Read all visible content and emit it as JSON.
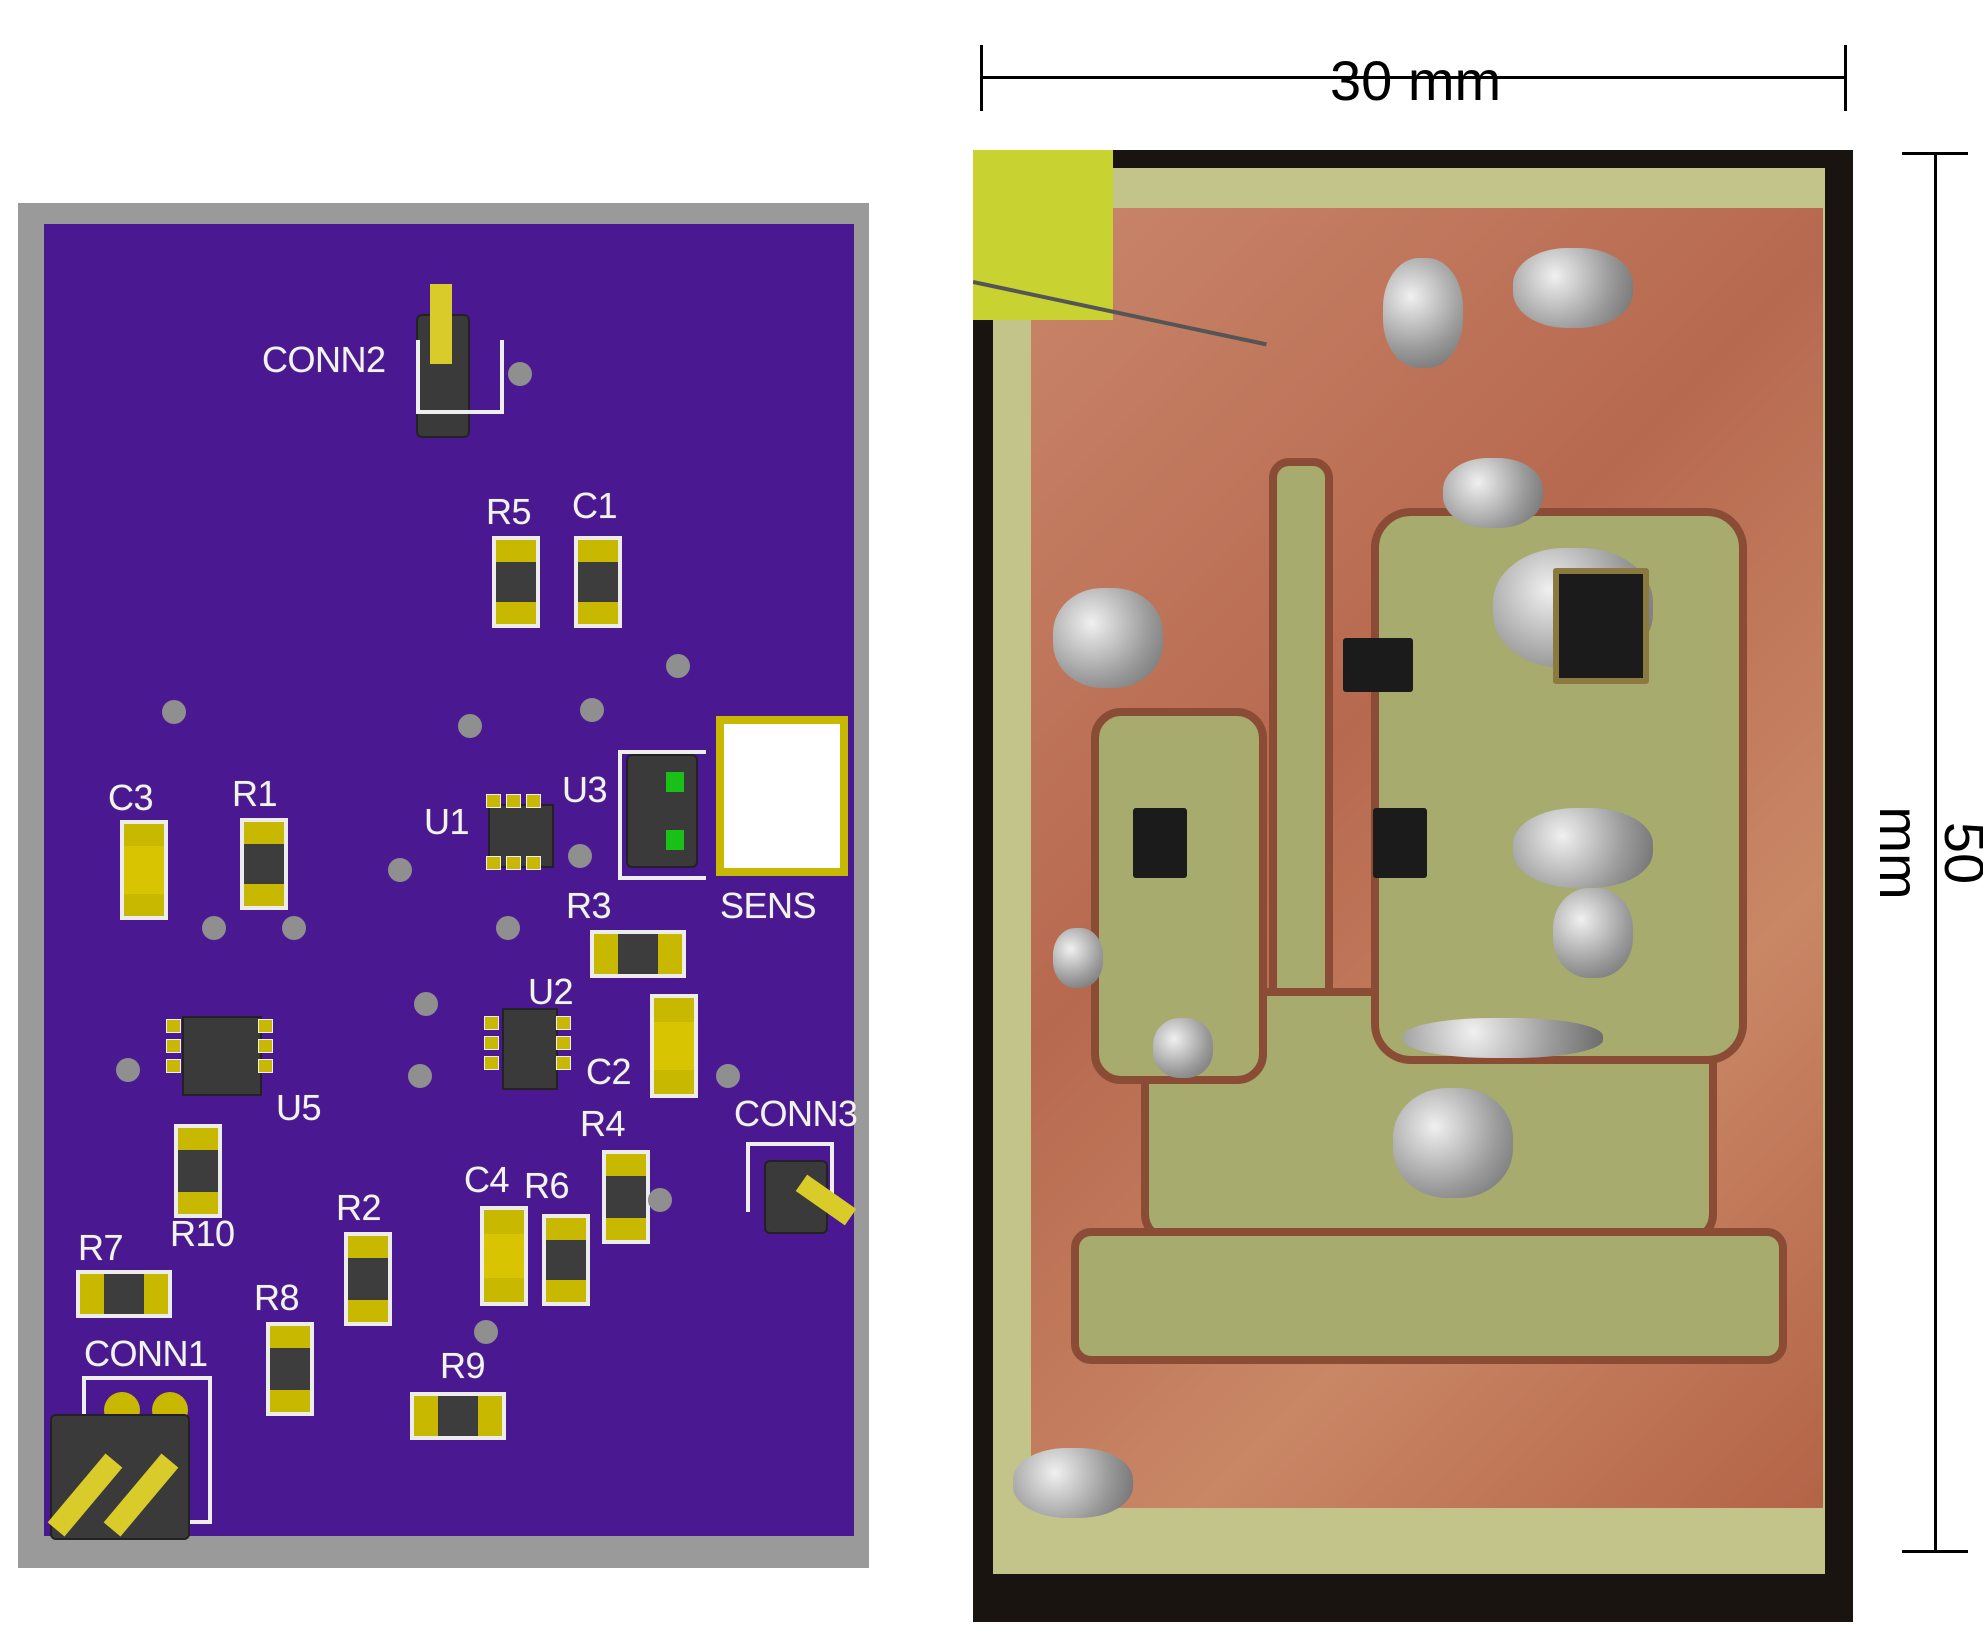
{
  "pcb_render": {
    "labels": {
      "conn2": "CONN2",
      "r5": "R5",
      "c1": "C1",
      "c3": "C3",
      "r1": "R1",
      "u1": "U1",
      "u3": "U3",
      "sens": "SENS",
      "r3": "R3",
      "u2": "U2",
      "c2": "C2",
      "u5": "U5",
      "conn3": "CONN3",
      "r4": "R4",
      "r10": "R10",
      "c4": "C4",
      "r6": "R6",
      "r2": "R2",
      "r7": "R7",
      "r8": "R8",
      "r9": "R9",
      "conn1": "CONN1"
    }
  },
  "photo": {
    "width_dimension": "30 mm",
    "height_dimension": "50 mm"
  },
  "colors": {
    "board": "#4a1890",
    "silkscreen": "#f2f2f2",
    "pads": "#c9b800",
    "copper": "#b7694f",
    "substrate": "#c3c48a"
  }
}
